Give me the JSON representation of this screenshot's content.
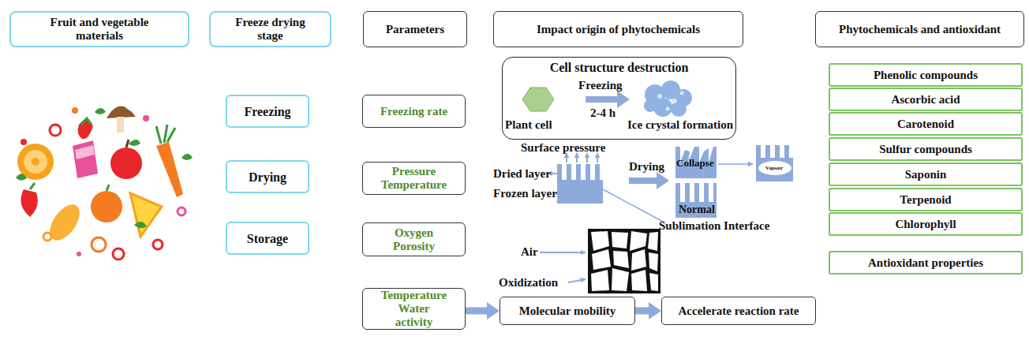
{
  "diagram": {
    "nodes": [
      {
        "text": [
          "Fruit and vegetable materials"
        ]
      },
      {
        "text": [
          "Freeze drying stage"
        ]
      },
      {
        "text": [
          "Parameters"
        ]
      },
      {
        "text": [
          "Impact origin of phytochemicals"
        ]
      },
      {
        "text": [
          "Phytochemicals and antioxidant"
        ]
      },
      {
        "text": [
          "Freezing"
        ]
      },
      {
        "text": [
          "Drying"
        ]
      },
      {
        "text": [
          "Storage"
        ]
      },
      {
        "text": [
          "Freezing rate"
        ]
      },
      {
        "text": [
          "Pressure Temperature"
        ]
      },
      {
        "text": [
          "Oxygen Porosity"
        ]
      },
      {
        "text": [
          "Temperature Water activity"
        ]
      },
      {
        "text": [
          "Cell structure destruction"
        ]
      },
      {
        "text": [
          "Molecular mobility"
        ]
      },
      {
        "text": [
          "Accelerate reaction rate"
        ]
      },
      {
        "text": [
          "Phenolic compounds"
        ]
      },
      {
        "text": [
          "Ascorbic acid"
        ]
      },
      {
        "text": [
          "Carotenoid"
        ]
      },
      {
        "text": [
          "Sulfur compounds"
        ]
      },
      {
        "text": [
          "Saponin"
        ]
      },
      {
        "text": [
          "Terpenoid"
        ]
      },
      {
        "text": [
          "Chlorophyll"
        ]
      },
      {
        "text": [
          "Antioxidant properties"
        ]
      }
    ],
    "edges": [
      {
        "from": 11,
        "to": 13,
        "arrow": "to"
      },
      {
        "from": 13,
        "to": 14,
        "arrow": "to"
      }
    ],
    "labels": [
      "Plant cell",
      "Freezing",
      "2-4 h",
      "Ice crystal formation",
      "Surface pressure",
      "Dried layer",
      "Frozen layer",
      "Drying",
      "Collapse",
      "Vapour",
      "Normal",
      "Sublimation Interface",
      "Air",
      "Oxidization"
    ]
  }
}
